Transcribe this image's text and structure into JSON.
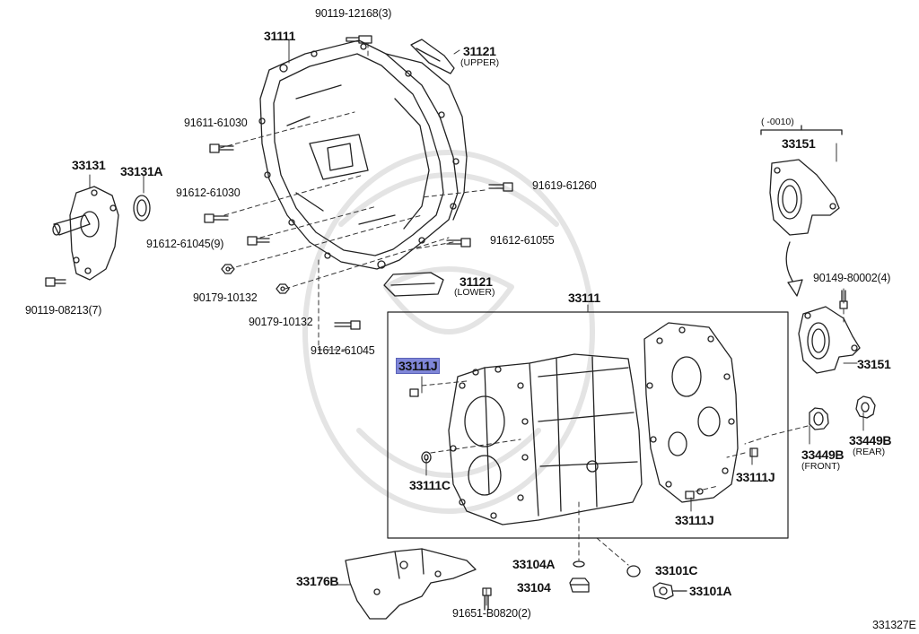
{
  "diagram": {
    "code": "331327E",
    "bracket_note": "(      -0010)",
    "labels": {
      "p90119_12168": "90119-12168(3)",
      "p31111": "31111",
      "p31121_upper": "31121",
      "upper": "(UPPER)",
      "p91611_61030": "91611-61030",
      "p33131": "33131",
      "p33131a": "33131A",
      "p91612_61030": "91612-61030",
      "p91619_61260": "91619-61260",
      "p91612_61045_9": "91612-61045(9)",
      "p91612_61055": "91612-61055",
      "p90179_10132_a": "90179-10132",
      "p90119_08213": "90119-08213(7)",
      "p31121_lower": "31121",
      "lower": "(LOWER)",
      "p90179_10132_b": "90179-10132",
      "p33111": "33111",
      "p91612_61045": "91612-61045",
      "p33111j_hl": "33111J",
      "p33111c": "33111C",
      "p33111j_a": "33111J",
      "p33111j_b": "33111J",
      "p33151_top": "33151",
      "p90149_80002": "90149-80002(4)",
      "p33151_bot": "33151",
      "p33449b_front": "33449B",
      "front": "(FRONT)",
      "p33449b_rear": "33449B",
      "rear": "(REAR)",
      "p33104a": "33104A",
      "p33101c": "33101C",
      "p33176b": "33176B",
      "p33104": "33104",
      "p33101a": "33101A",
      "p91651_b0820": "91651-B0820(2)"
    }
  }
}
